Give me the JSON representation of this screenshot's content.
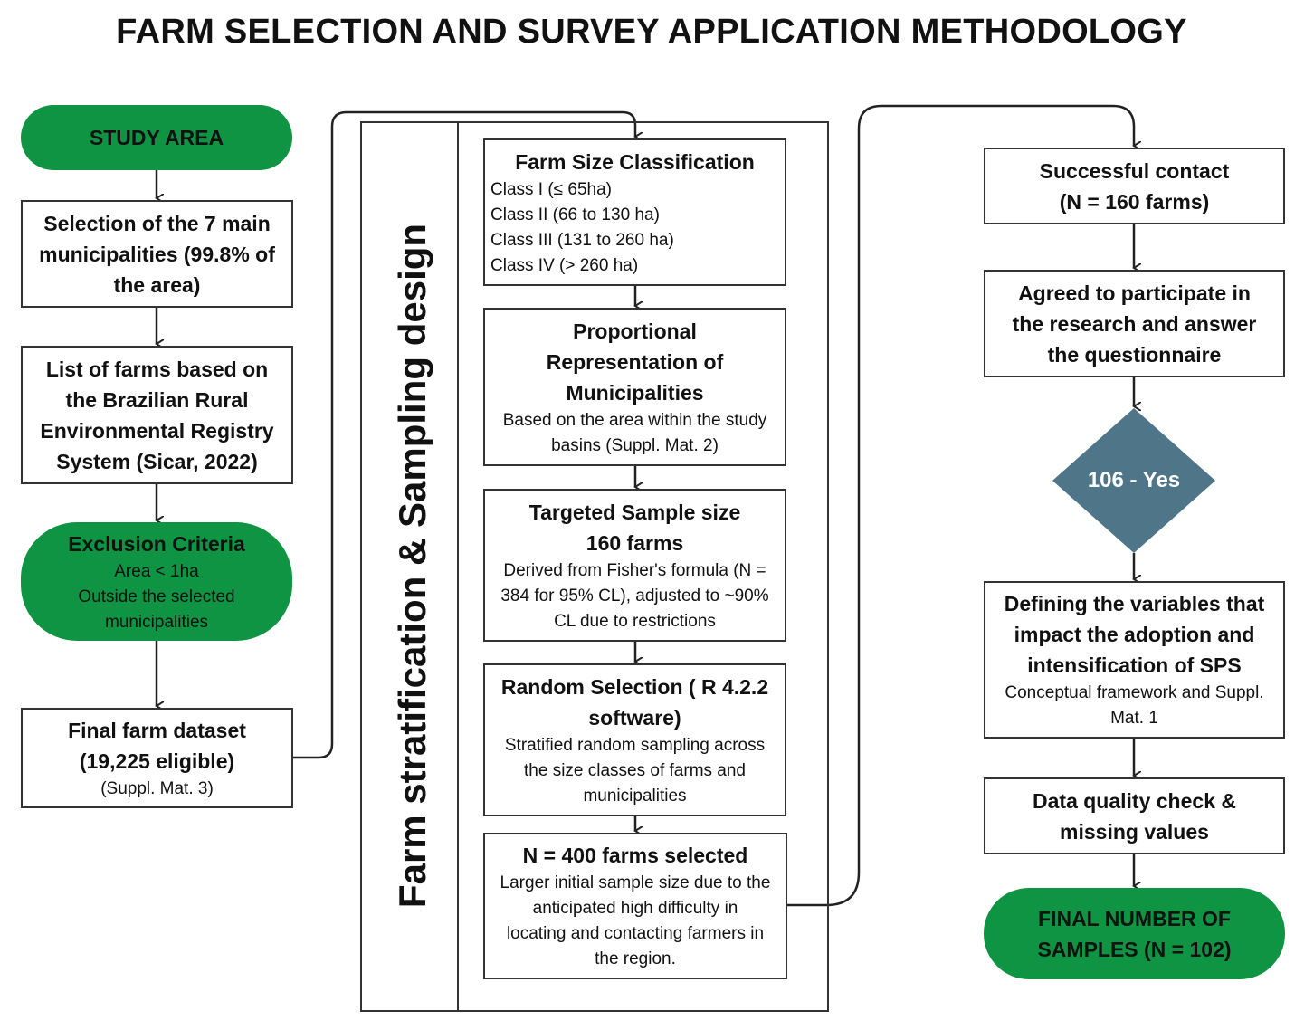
{
  "title": "FARM SELECTION AND SURVEY APPLICATION METHODOLOGY",
  "colors": {
    "green": "#0f9444",
    "diamond": "#4f7589",
    "border": "#333333"
  },
  "left": {
    "study_area": "STUDY AREA",
    "selection": [
      "Selection of the 7 main",
      "municipalities (99.8% of",
      "the area)"
    ],
    "list_farms": [
      "List of farms based on",
      "the Brazilian Rural",
      "Environmental Registry",
      "System (Sicar, 2022)"
    ],
    "exclusion": {
      "title": "Exclusion Criteria",
      "lines": [
        "Area < 1ha",
        "Outside the selected",
        "municipalities"
      ]
    },
    "final_dataset": {
      "title": [
        "Final farm dataset",
        "(19,225 eligible)"
      ],
      "note": "(Suppl. Mat. 3)"
    }
  },
  "middle": {
    "section_label": "Farm stratification & Sampling design",
    "farm_size": {
      "title": "Farm Size Classification",
      "classes": [
        "Class I (≤ 65ha)",
        "Class II (66 to 130 ha)",
        "Class III (131 to 260 ha)",
        "Class IV (> 260 ha)"
      ]
    },
    "proportional": {
      "title": [
        "Proportional",
        "Representation of",
        "Municipalities"
      ],
      "lines": [
        "Based on the area within the study",
        "basins (Suppl. Mat. 2)"
      ]
    },
    "targeted": {
      "title": [
        "Targeted Sample size",
        "160 farms"
      ],
      "lines": [
        "Derived from Fisher's formula (N =",
        "384 for 95% CL), adjusted to ~90%",
        "CL due to restrictions"
      ]
    },
    "random": {
      "title": [
        "Random Selection ( R 4.2.2",
        "software)"
      ],
      "lines": [
        "Stratified random sampling across",
        "the size classes of farms and",
        "municipalities"
      ]
    },
    "selected": {
      "title": "N = 400 farms selected",
      "lines": [
        "Larger initial sample size due to the",
        "anticipated high difficulty in",
        "locating and contacting farmers in",
        "the region."
      ]
    }
  },
  "right": {
    "contact": [
      "Successful contact",
      "(N = 160 farms)"
    ],
    "agreed": [
      "Agreed to participate in",
      "the research and answer",
      "the questionnaire"
    ],
    "decision": "106 - Yes",
    "variables": {
      "title": [
        "Defining the variables that",
        "impact the adoption and",
        "intensification of SPS"
      ],
      "lines": [
        "Conceptual framework and Suppl.",
        "Mat. 1"
      ]
    },
    "quality": [
      "Data quality check &",
      "missing values"
    ],
    "final": [
      "FINAL NUMBER OF",
      "SAMPLES (N = 102)"
    ]
  }
}
